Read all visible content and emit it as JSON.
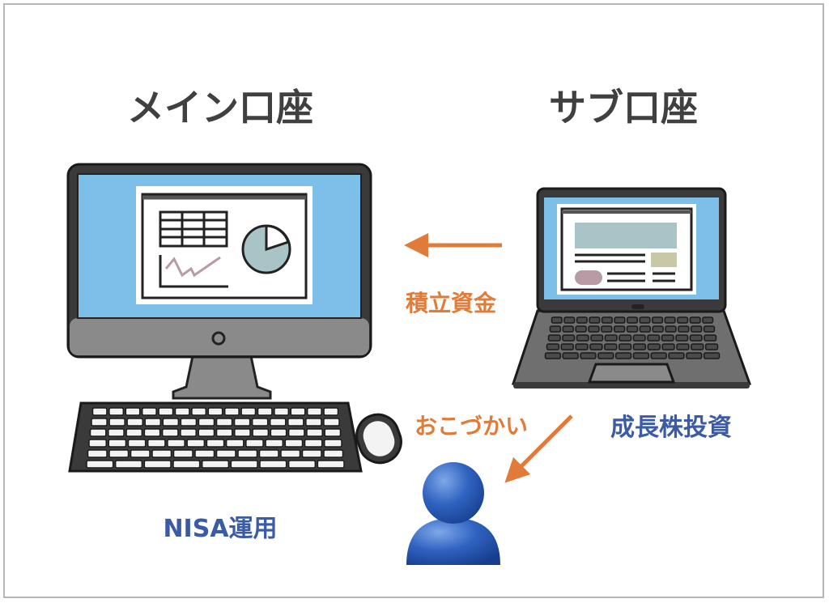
{
  "titles": {
    "main": "メイン口座",
    "sub": "サブ口座"
  },
  "labels": {
    "transfer": "積立資金",
    "allowance": "おこづかい",
    "growth": "成長株投資",
    "nisa": "NISA運用"
  },
  "colors": {
    "orange": "#e07b39",
    "blue": "#3b5ba5",
    "screen": "#7dbfe8",
    "body": "#8a8a8a"
  }
}
